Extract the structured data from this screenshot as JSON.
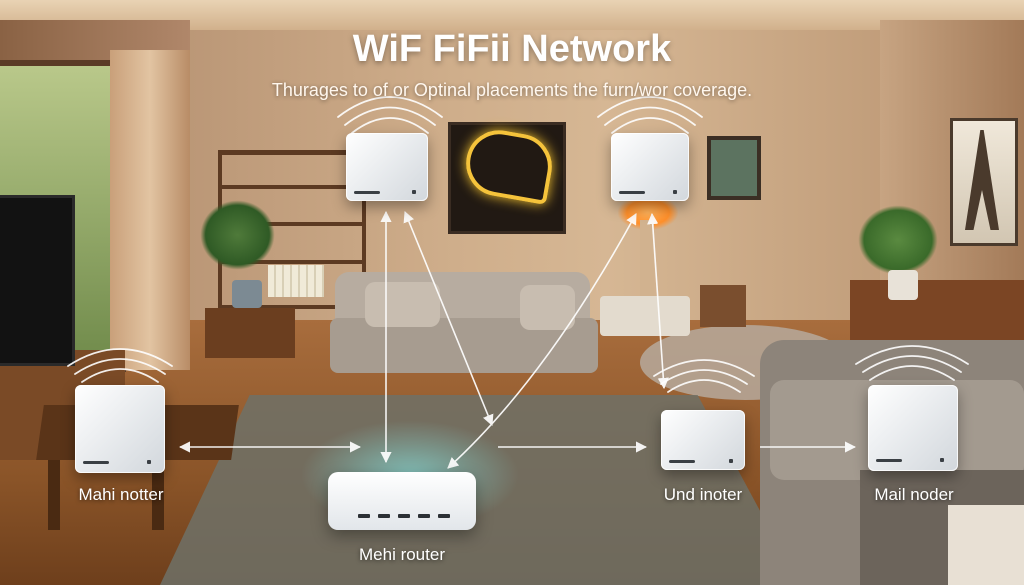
{
  "title": "WiF FiFii Network",
  "subtitle": "Thurages to of or Optinal placements the furn/wor coverage.",
  "labels": {
    "node_left": "Mahi notter",
    "router": "Mehi router",
    "node_center_right": "Und inoter",
    "node_right": "Mail noder"
  },
  "devices": [
    {
      "id": "node-top-left",
      "type": "mesh-node"
    },
    {
      "id": "node-top-right",
      "type": "mesh-node"
    },
    {
      "id": "node-left",
      "type": "mesh-node"
    },
    {
      "id": "router",
      "type": "router"
    },
    {
      "id": "node-center-right",
      "type": "mesh-node"
    },
    {
      "id": "node-right",
      "type": "mesh-node"
    }
  ],
  "icons": [
    "wifi-signal-icon",
    "bidirectional-arrow-icon"
  ],
  "colors": {
    "text": "#ffffff",
    "device": "#f3f5f7",
    "arrow": "#ffffff",
    "router_glow": "#8cffff"
  }
}
